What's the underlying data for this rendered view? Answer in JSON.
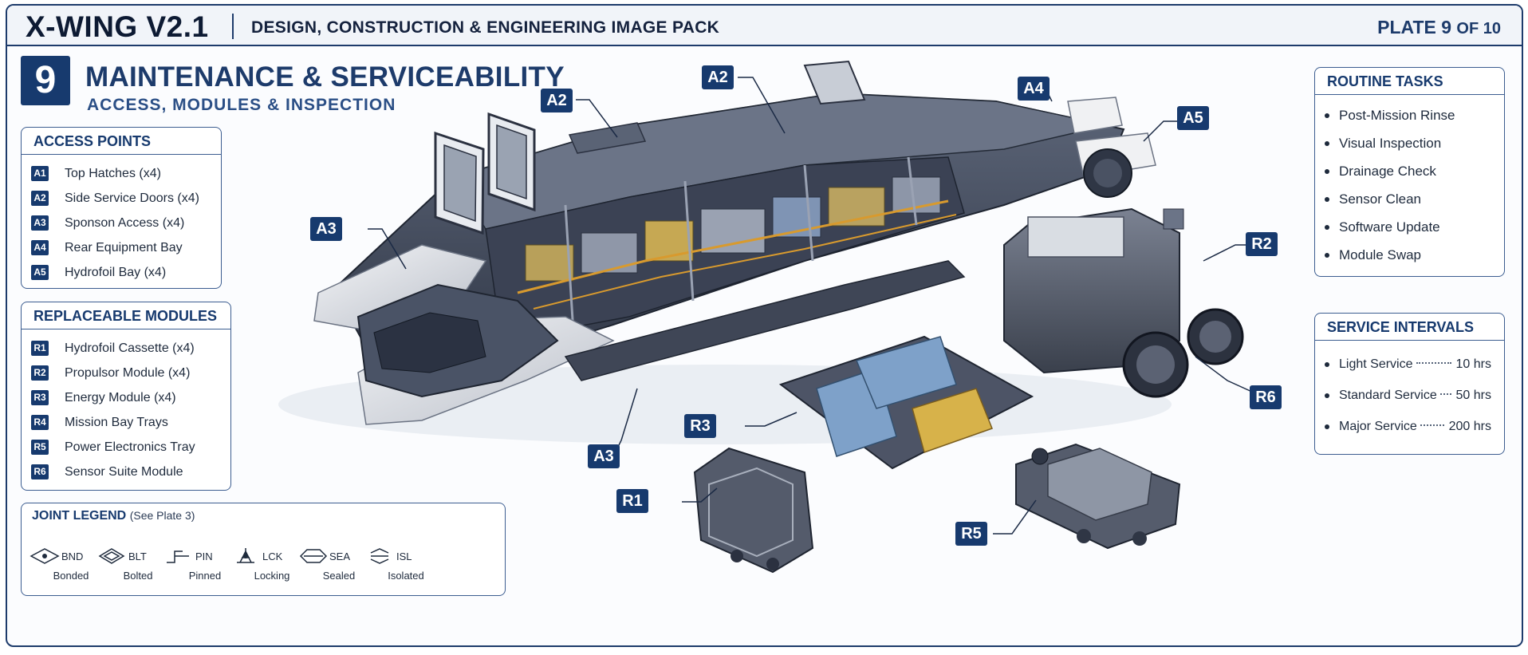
{
  "header": {
    "brand": "X-WING V2.1",
    "subtitle": "DESIGN, CONSTRUCTION & ENGINEERING IMAGE PACK",
    "plate_prefix": "PLATE 9",
    "plate_suffix": "OF 10"
  },
  "section": {
    "number": "9",
    "title": "MAINTENANCE & SERVICEABILITY",
    "subtitle": "ACCESS, MODULES & INSPECTION"
  },
  "access_points": {
    "title": "ACCESS POINTS",
    "items": [
      {
        "tag": "A1",
        "label": "Top Hatches (x4)"
      },
      {
        "tag": "A2",
        "label": "Side Service Doors (x4)"
      },
      {
        "tag": "A3",
        "label": "Sponson Access (x4)"
      },
      {
        "tag": "A4",
        "label": "Rear Equipment Bay"
      },
      {
        "tag": "A5",
        "label": "Hydrofoil Bay (x4)"
      }
    ]
  },
  "replaceable_modules": {
    "title": "REPLACEABLE MODULES",
    "items": [
      {
        "tag": "R1",
        "label": "Hydrofoil Cassette (x4)"
      },
      {
        "tag": "R2",
        "label": "Propulsor Module (x4)"
      },
      {
        "tag": "R3",
        "label": "Energy Module (x4)"
      },
      {
        "tag": "R4",
        "label": "Mission Bay Trays"
      },
      {
        "tag": "R5",
        "label": "Power Electronics Tray"
      },
      {
        "tag": "R6",
        "label": "Sensor Suite Module"
      }
    ]
  },
  "joint_legend": {
    "title": "JOINT LEGEND",
    "see": "(See Plate 3)",
    "items": [
      {
        "code": "BND",
        "name": "Bonded",
        "icon": "bonded-joint-icon"
      },
      {
        "code": "BLT",
        "name": "Bolted",
        "icon": "bolted-joint-icon"
      },
      {
        "code": "PIN",
        "name": "Pinned",
        "icon": "pinned-joint-icon"
      },
      {
        "code": "LCK",
        "name": "Locking",
        "icon": "locking-joint-icon"
      },
      {
        "code": "SEA",
        "name": "Sealed",
        "icon": "sealed-joint-icon"
      },
      {
        "code": "ISL",
        "name": "Isolated",
        "icon": "isolated-joint-icon"
      }
    ]
  },
  "routine_tasks": {
    "title": "ROUTINE TASKS",
    "items": [
      "Post-Mission Rinse",
      "Visual Inspection",
      "Drainage Check",
      "Sensor Clean",
      "Software Update",
      "Module Swap"
    ]
  },
  "service_intervals": {
    "title": "SERVICE INTERVALS",
    "items": [
      {
        "label": "Light Service",
        "hours": "10 hrs"
      },
      {
        "label": "Standard Service",
        "hours": "50 hrs"
      },
      {
        "label": "Major Service",
        "hours": "200 hrs"
      }
    ]
  },
  "callouts": {
    "a2_left": "A2",
    "a2_top": "A2",
    "a3_left": "A3",
    "a3_bottom": "A3",
    "a4": "A4",
    "a5": "A5",
    "r1": "R1",
    "r2": "R2",
    "r3": "R3",
    "r5": "R5",
    "r6": "R6"
  },
  "colors": {
    "navy": "#173a6e",
    "hull": "#4a5366",
    "hull_light": "#e6e8ec",
    "battery_blue": "#7ea1c9",
    "battery_yellow": "#d7b24a",
    "wiring": "#d89a2e"
  }
}
